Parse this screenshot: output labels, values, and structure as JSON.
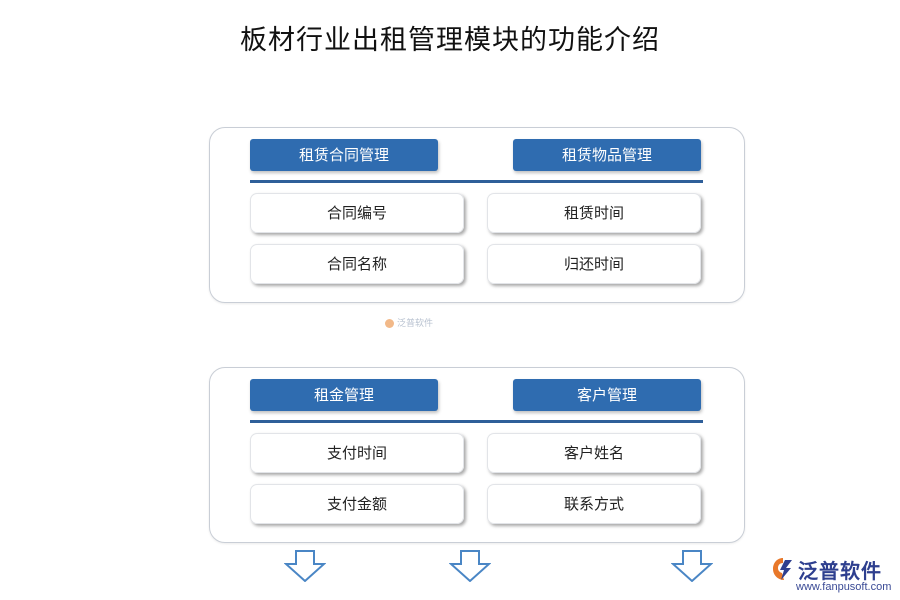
{
  "title": "板材行业出租管理模块的功能介绍",
  "panels": [
    {
      "header_left": "租赁合同管理",
      "header_right": "租赁物品管理",
      "items": [
        "合同编号",
        "租赁时间",
        "合同名称",
        "归还时间"
      ]
    },
    {
      "header_left": "租金管理",
      "header_right": "客户管理",
      "items": [
        "支付时间",
        "客户姓名",
        "支付金额",
        "联系方式"
      ]
    }
  ],
  "watermark": "泛普软件",
  "logo": {
    "name": "泛普软件",
    "url": "www.fanpusoft.com"
  },
  "colors": {
    "header_blue": "#2f6cb0",
    "rule_blue": "#2f5f99",
    "arrow_outline": "#4a86c5"
  }
}
